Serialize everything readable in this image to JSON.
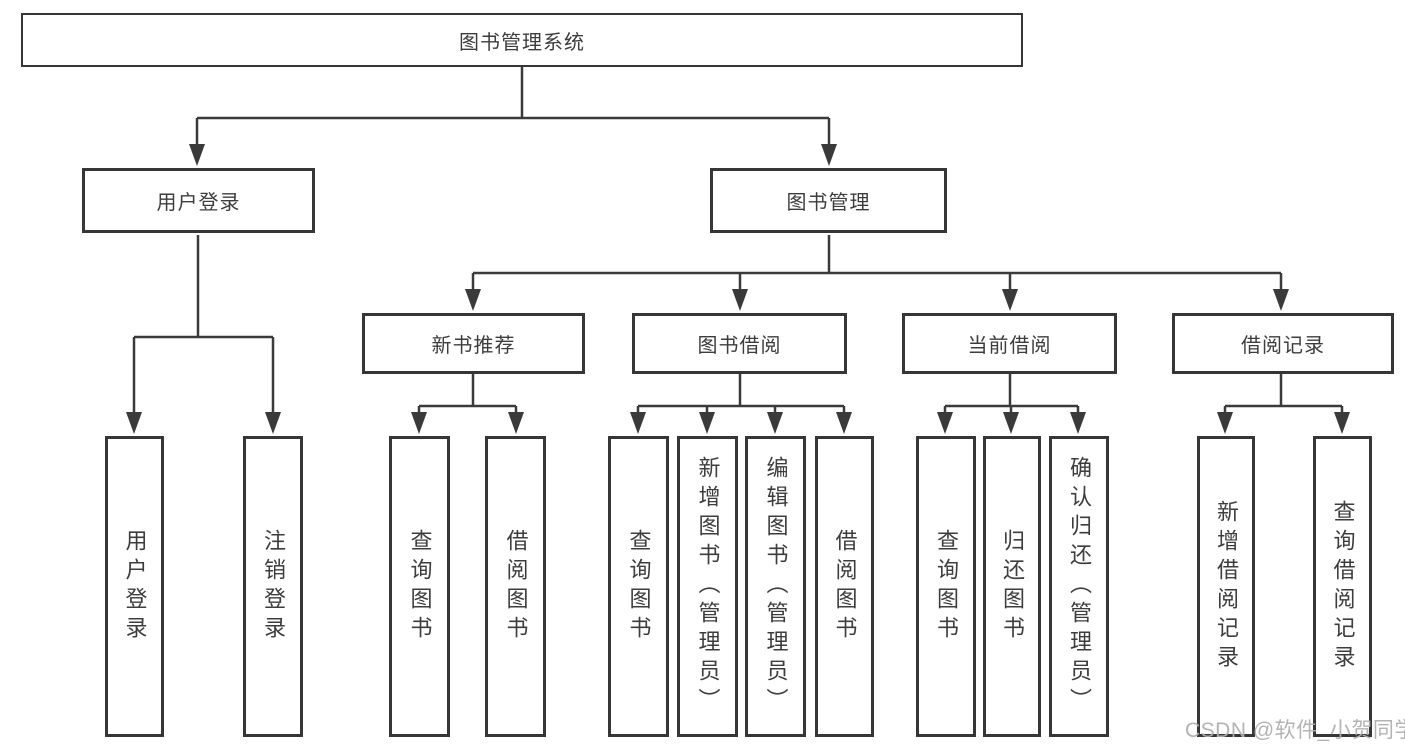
{
  "colors": {
    "line": "#3a3a3a",
    "box_border": "#363636",
    "text": "#3d3d3d",
    "watermark": "#b0b0b0",
    "background": "#ffffff"
  },
  "watermark": "CSDN @软件_小贺同学",
  "diagram": {
    "root": "图书管理系统",
    "branches": [
      {
        "label": "用户登录",
        "children": [
          "用户登录",
          "注销登录"
        ]
      },
      {
        "label": "图书管理",
        "groups": [
          {
            "label": "新书推荐",
            "children": [
              "查询图书",
              "借阅图书"
            ]
          },
          {
            "label": "图书借阅",
            "children": [
              "查询图书",
              "新增图书（管理员）",
              "编辑图书（管理员）",
              "借阅图书"
            ]
          },
          {
            "label": "当前借阅",
            "children": [
              "查询图书",
              "归还图书",
              "确认归还（管理员）"
            ]
          },
          {
            "label": "借阅记录",
            "children": [
              "新增借阅记录",
              "查询借阅记录"
            ]
          }
        ]
      }
    ]
  }
}
